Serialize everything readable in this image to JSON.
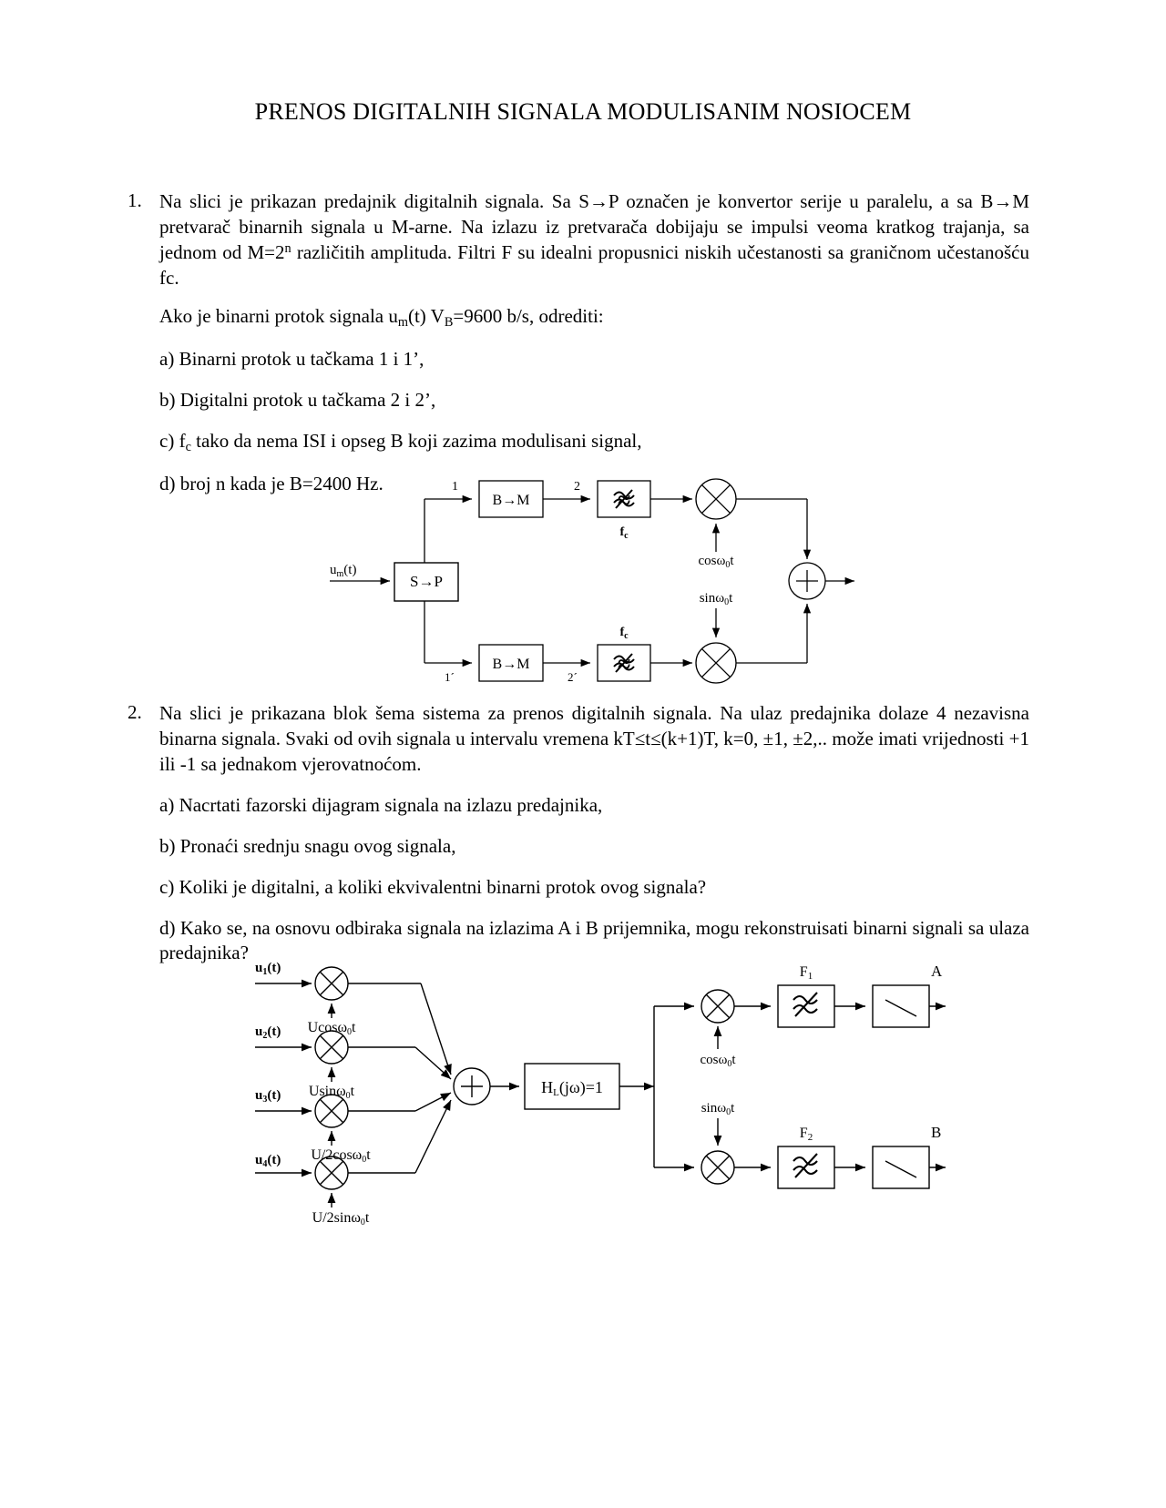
{
  "document": {
    "title": "PRENOS DIGITALNIH SIGNALA MODULISANIM NOSIOCEM"
  },
  "problems": [
    {
      "number": "1.",
      "intro": "Na slici je prikazan predajnik digitalnih signala. Sa S→P označen je konvertor serije u paralelu, a sa B→M pretvarač binarnih signala u M-arne. Na izlazu iz pretvarača dobijaju se impulsi veoma kratkog trajanja, sa jednom od M=2n različitih amplituda. Filtri F su idealni propusnici niskih učestanosti sa graničnom učestanošću fc.",
      "given": "Ako je binarni protok signala um(t) VB=9600 b/s, odrediti:",
      "items": [
        "a) Binarni protok u tačkama 1 i 1’,",
        "b) Digitalni protok u tačkama 2 i 2’,",
        "c) fc tako da nema ISI i opseg B koji zazima modulisani signal,",
        "d) broj n kada je B=2400 Hz."
      ]
    },
    {
      "number": "2.",
      "intro": "Na slici je prikazana blok šema sistema za prenos digitalnih signala. Na ulaz predajnika dolaze 4 nezavisna binarna signala. Svaki od ovih signala u intervalu vremena kT≤t≤(k+1)T, k=0, ±1, ±2,.. može imati vrijednosti +1 ili -1 sa jednakom vjerovatnoćom.",
      "items": [
        "a) Nacrtati fazorski dijagram signala na izlazu predajnika,",
        "b) Pronaći srednju snagu ovog signala,",
        "c) Koliki je digitalni, a koliki ekvivalentni binarni protok ovog signala?",
        "d) Kako se, na osnovu odbiraka signala na izlazima A i B prijemnika, mogu rekonstruisati binarni signali sa ulaza predajnika?"
      ]
    }
  ],
  "figure1": {
    "input_label": "um(t)",
    "sp_block": "S→P",
    "bm_block_top": "B→M",
    "bm_block_bottom": "B→M",
    "point_1": "1",
    "point_2": "2",
    "point_1p": "1´",
    "point_2p": "2´",
    "filter_top_label": "fc",
    "filter_bottom_label": "fc",
    "carrier_top": "cosω0t",
    "carrier_bottom": "sinω0t",
    "summer": "+"
  },
  "figure2": {
    "inputs": [
      "u1(t)",
      "u2(t)",
      "u3(t)",
      "u4(t)"
    ],
    "carriers": [
      "Ucosω0t",
      "Usinω0t",
      "U/2cosω0t",
      "U/2sinω0t"
    ],
    "summer": "+",
    "channel_block": "HL(jω)=1",
    "rx_carrier_top": "cosω0t",
    "rx_carrier_bottom": "sinω0t",
    "filter_top": "F1",
    "filter_bottom": "F2",
    "output_top": "A",
    "output_bottom": "B"
  }
}
